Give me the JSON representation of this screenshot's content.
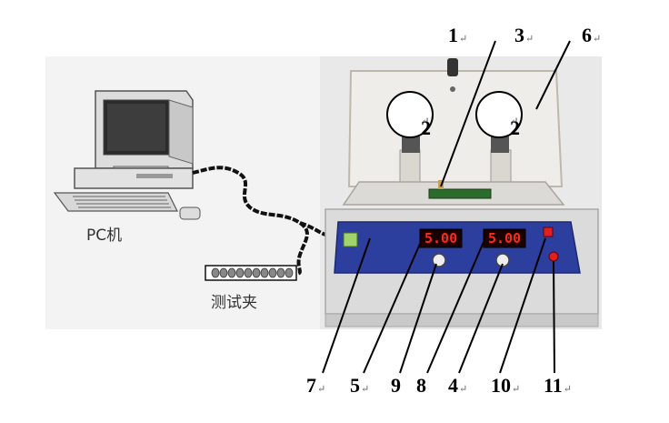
{
  "labels": {
    "l1": "1",
    "l3": "3",
    "l6": "6",
    "l7": "7",
    "l5": "5",
    "l9": "9",
    "l8": "8",
    "l4": "4",
    "l10": "10",
    "l11": "11",
    "circle_left": "2",
    "circle_right": "2"
  },
  "return_mark": "↵",
  "pc_label": "PC机",
  "clip_label": "测试夹",
  "displays": {
    "left": "5.00",
    "right": "5.00"
  },
  "colors": {
    "panel_blue": "#2d3f9e",
    "display_red": "#ff2a1a",
    "cable": "#111111"
  },
  "icons": [
    "computer-icon",
    "test-clip-icon",
    "tester-device-icon"
  ]
}
